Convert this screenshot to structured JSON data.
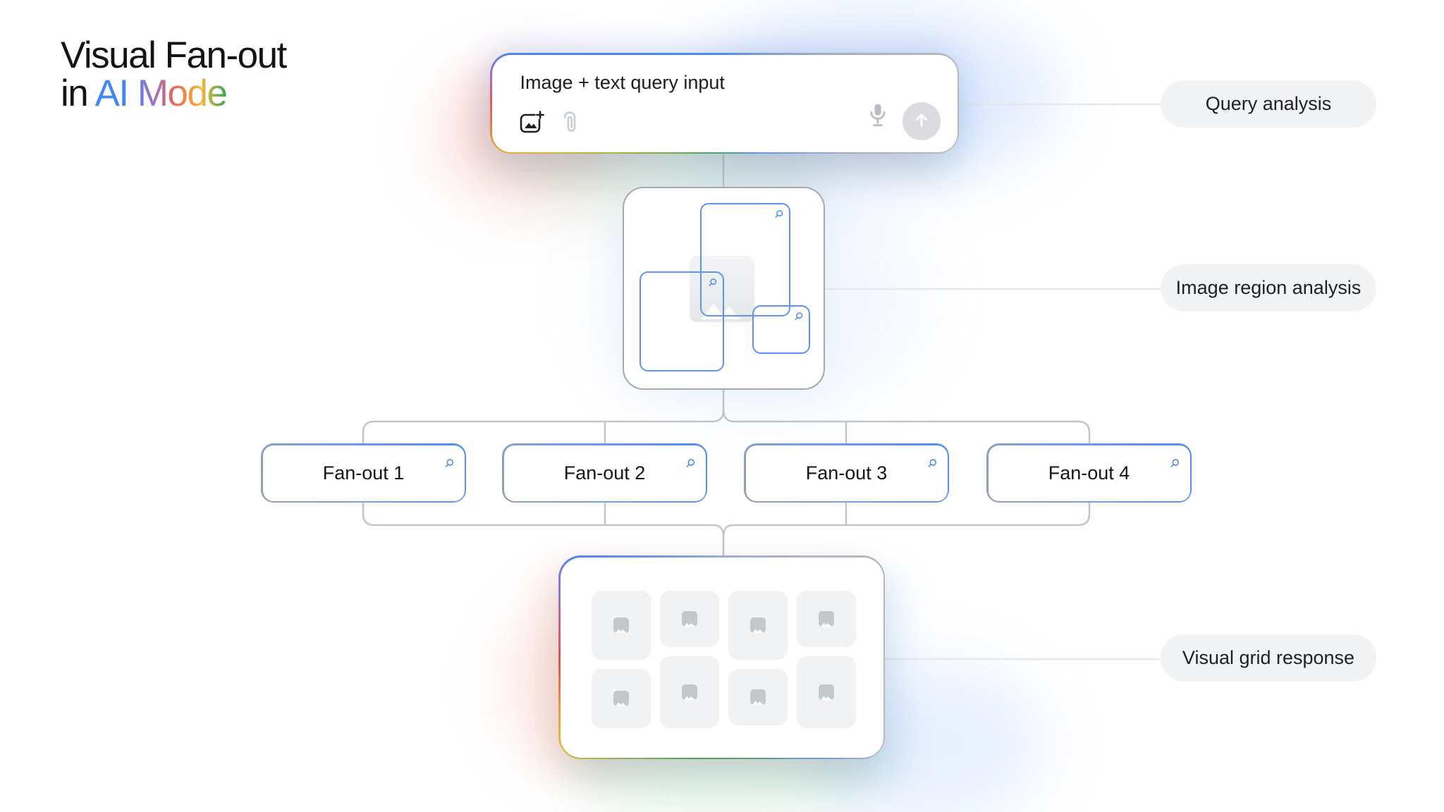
{
  "title": {
    "line1": "Visual Fan-out",
    "line2_prefix": "in ",
    "line2_highlight": "AI Mode"
  },
  "query_box": {
    "input_text": "Image + text query input"
  },
  "annotations": {
    "query": "Query analysis",
    "region": "Image region analysis",
    "grid": "Visual grid response"
  },
  "fanout_nodes": [
    {
      "label": "Fan-out 1"
    },
    {
      "label": "Fan-out 2"
    },
    {
      "label": "Fan-out 3"
    },
    {
      "label": "Fan-out 4"
    }
  ],
  "grid": {
    "tile_count": 8
  },
  "icons": {
    "add_image": "add-image-icon",
    "attachment": "paperclip-icon",
    "voice": "microphone-icon",
    "send": "send-arrow-icon",
    "magnifier": "search-icon",
    "image_placeholder": "image-placeholder-icon"
  },
  "colors": {
    "google_blue": "#4285f4",
    "google_red": "#ea4335",
    "google_yellow": "#fbbc04",
    "google_green": "#34a853",
    "border_gray": "#a6aaaf",
    "connector_gray": "#c2c5c9",
    "pill_bg": "#f1f3f4",
    "text_dark": "#1f1f1f"
  }
}
